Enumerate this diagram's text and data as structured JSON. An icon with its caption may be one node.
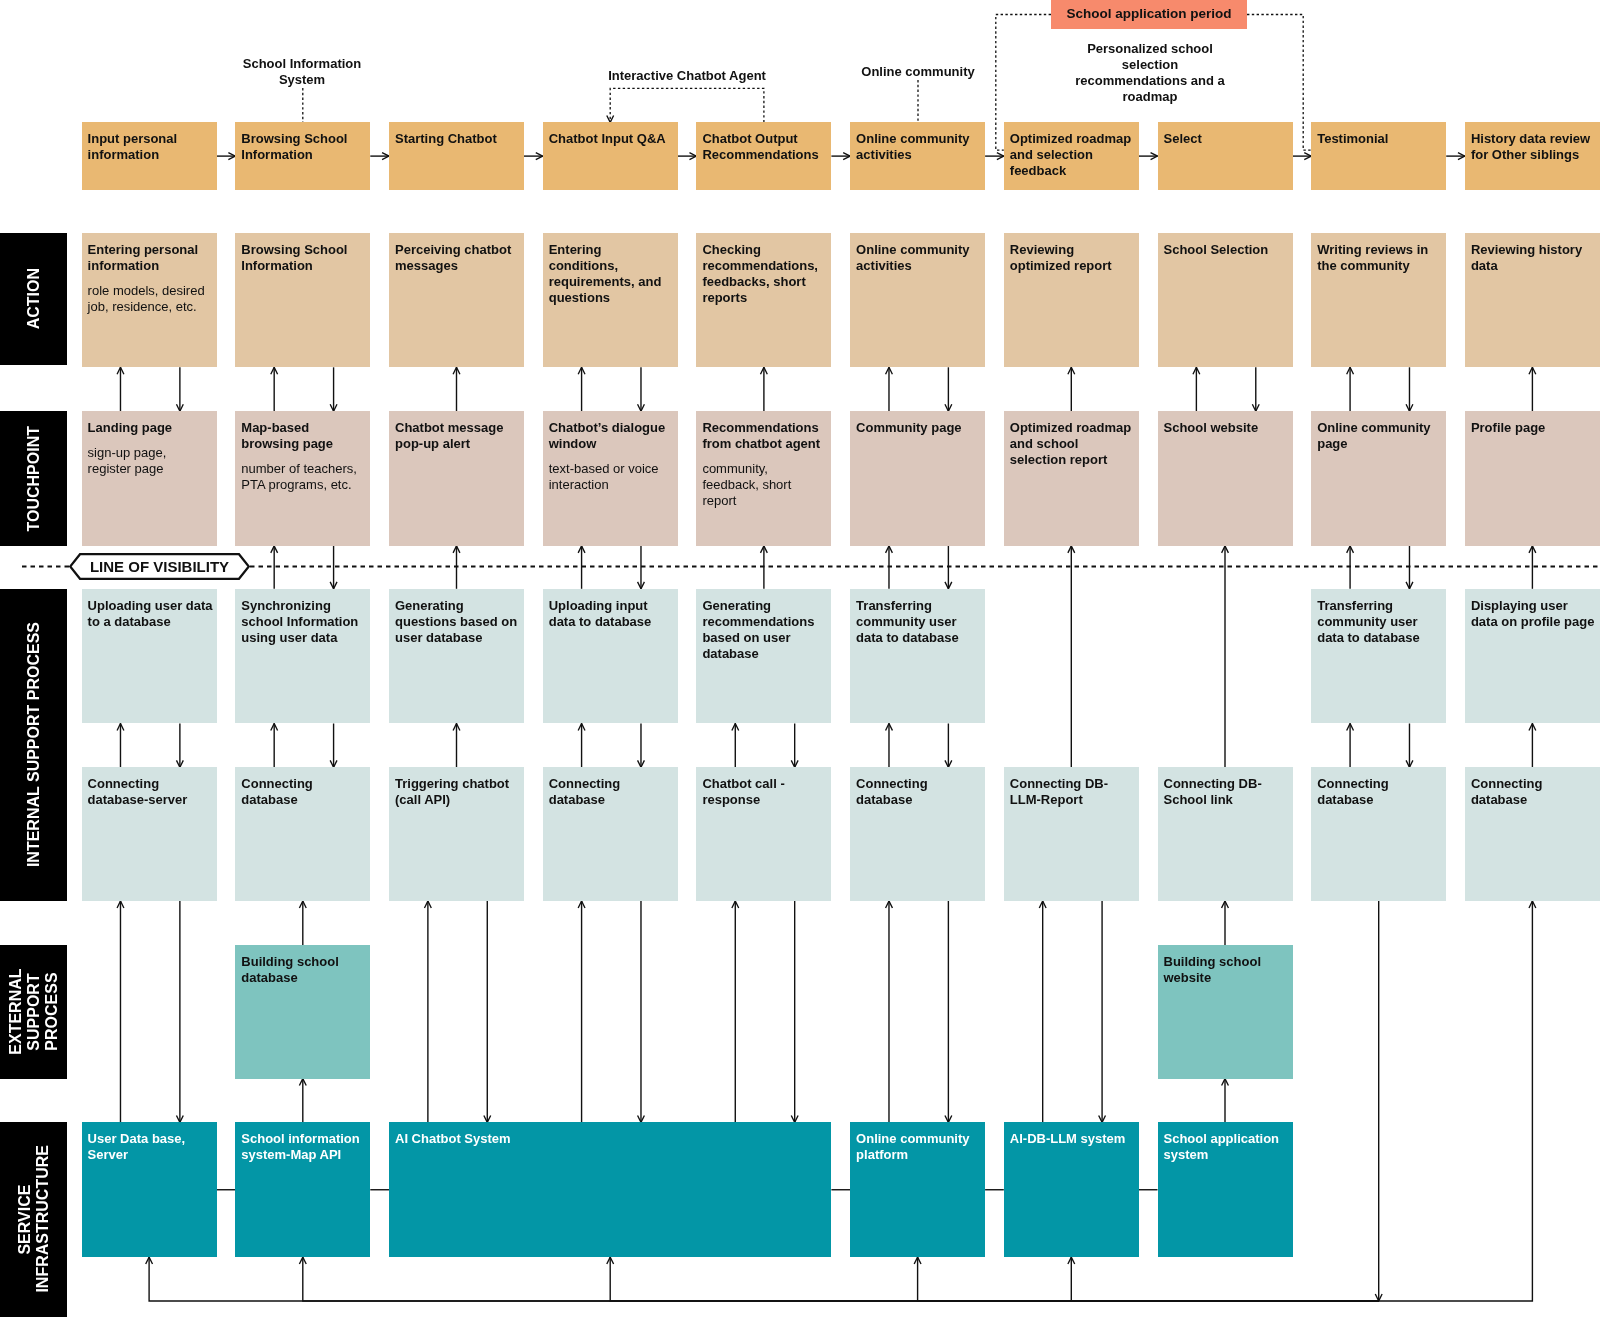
{
  "diagram": {
    "nodes": [
      {
        "text": [
          "School application period"
        ]
      },
      {
        "text": [
          "School Information System"
        ]
      },
      {
        "text": [
          "Online community"
        ]
      },
      {
        "text": [
          "Input personal information"
        ]
      },
      {
        "text": [
          "Browsing School Information"
        ]
      },
      {
        "text": [
          "Starting Chatbot"
        ]
      },
      {
        "text": [
          "Chatbot Input Q&A"
        ]
      },
      {
        "text": [
          "Chatbot Output Recommendations"
        ]
      },
      {
        "text": [
          "Online community activities"
        ]
      },
      {
        "text": [
          "Optimized roadmap and selection feedback"
        ]
      },
      {
        "text": [
          "Select"
        ]
      },
      {
        "text": [
          "Testimonial"
        ]
      },
      {
        "text": [
          "History data review for Other siblings"
        ]
      },
      {
        "text": [
          "ACTION"
        ]
      },
      {
        "text": [
          "Entering personal information",
          "role models, desired job, residence, etc."
        ]
      },
      {
        "text": [
          "Browsing School Information"
        ]
      },
      {
        "text": [
          "Perceiving chatbot messages"
        ]
      },
      {
        "text": [
          "Entering conditions, requirements, and questions"
        ]
      },
      {
        "text": [
          "Checking recommendations, feedbacks, short reports"
        ]
      },
      {
        "text": [
          "Online community activities"
        ]
      },
      {
        "text": [
          "Reviewing optimized report"
        ]
      },
      {
        "text": [
          "School Selection"
        ]
      },
      {
        "text": [
          "Writing reviews in the community"
        ]
      },
      {
        "text": [
          "Reviewing history data"
        ]
      },
      {
        "text": [
          "TOUCHPOINT"
        ]
      },
      {
        "text": [
          "Landing page",
          "sign-up page, register page"
        ]
      },
      {
        "text": [
          "Map-based browsing page",
          "number of teachers, PTA programs, etc."
        ]
      },
      {
        "text": [
          "Chatbot message pop-up alert"
        ]
      },
      {
        "text": [
          "Chatbot’s dialogue window",
          "text-based or voice interaction"
        ]
      },
      {
        "text": [
          "Recommendations from chatbot agent",
          "community, feedback, short report"
        ]
      },
      {
        "text": [
          "Community page"
        ]
      },
      {
        "text": [
          "Optimized roadmap and school selection report"
        ]
      },
      {
        "text": [
          "School website"
        ]
      },
      {
        "text": [
          "Online community page"
        ]
      },
      {
        "text": [
          "Profile page"
        ]
      },
      {
        "text": [
          "LINE OF VISIBILITY"
        ]
      },
      {
        "text": [
          "INTERNAL SUPPORT PROCESS"
        ]
      },
      {
        "text": [
          "Uploading user data to a database"
        ]
      },
      {
        "text": [
          "Synchronizing school Information using user data"
        ]
      },
      {
        "text": [
          "Generating questions based on user database"
        ]
      },
      {
        "text": [
          "Uploading input data to database"
        ]
      },
      {
        "text": [
          "Generating recommendations based on user database"
        ]
      },
      {
        "text": [
          "Transferring community user data to database"
        ]
      },
      {
        "text": [
          "Transferring community user data to database"
        ]
      },
      {
        "text": [
          "Displaying user data on profile page"
        ]
      },
      {
        "text": [
          "Connecting database-server"
        ]
      },
      {
        "text": [
          "Connecting database"
        ]
      },
      {
        "text": [
          "Triggering chatbot (call API)"
        ]
      },
      {
        "text": [
          "Connecting database"
        ]
      },
      {
        "text": [
          "Chatbot call - response"
        ]
      },
      {
        "text": [
          "Connecting database"
        ]
      },
      {
        "text": [
          "Connecting DB-LLM-Report"
        ]
      },
      {
        "text": [
          "Connecting DB-School link"
        ]
      },
      {
        "text": [
          "Connecting database"
        ]
      },
      {
        "text": [
          "Connecting database"
        ]
      },
      {
        "text": [
          "EXTERNAL SUPPORT PROCESS"
        ]
      },
      {
        "text": [
          "Building school database"
        ]
      },
      {
        "text": [
          "Building school website"
        ]
      },
      {
        "text": [
          "SERVICE INFRASTRUCTURE"
        ]
      },
      {
        "text": [
          "User Data base, Server"
        ]
      },
      {
        "text": [
          "School information system-Map API"
        ]
      },
      {
        "text": [
          "AI Chatbot System"
        ]
      },
      {
        "text": [
          "Online community platform"
        ]
      },
      {
        "text": [
          "AI-DB-LLM system"
        ]
      },
      {
        "text": [
          "School application system"
        ]
      }
    ],
    "edges": [
      {
        "from": 1,
        "to": 4,
        "arrow": "none",
        "style": "dashed"
      },
      {
        "from": 7,
        "to": 6,
        "arrow": "to",
        "style": "dashed",
        "label": "Interactive Chatbot Agent"
      },
      {
        "from": 2,
        "to": 8,
        "arrow": "none",
        "style": "dashed"
      },
      {
        "from": 0,
        "to": 9,
        "arrow": "none",
        "style": "dashed"
      },
      {
        "from": 0,
        "to": 11,
        "arrow": "none",
        "style": "dashed"
      },
      {
        "from": 3,
        "to": 4,
        "arrow": "to"
      },
      {
        "from": 4,
        "to": 5,
        "arrow": "to"
      },
      {
        "from": 5,
        "to": 6,
        "arrow": "to"
      },
      {
        "from": 6,
        "to": 7,
        "arrow": "to"
      },
      {
        "from": 7,
        "to": 8,
        "arrow": "to"
      },
      {
        "from": 8,
        "to": 9,
        "arrow": "to"
      },
      {
        "from": 9,
        "to": 10,
        "arrow": "to"
      },
      {
        "from": 10,
        "to": 11,
        "arrow": "to"
      },
      {
        "from": 11,
        "to": 12,
        "arrow": "to"
      },
      {
        "from": 25,
        "to": 14,
        "arrow": "to"
      },
      {
        "from": 14,
        "to": 25,
        "arrow": "to"
      },
      {
        "from": 26,
        "to": 15,
        "arrow": "to"
      },
      {
        "from": 15,
        "to": 26,
        "arrow": "to"
      },
      {
        "from": 27,
        "to": 16,
        "arrow": "to"
      },
      {
        "from": 28,
        "to": 17,
        "arrow": "to"
      },
      {
        "from": 17,
        "to": 28,
        "arrow": "to"
      },
      {
        "from": 29,
        "to": 18,
        "arrow": "to"
      },
      {
        "from": 30,
        "to": 19,
        "arrow": "to"
      },
      {
        "from": 19,
        "to": 30,
        "arrow": "to"
      },
      {
        "from": 31,
        "to": 20,
        "arrow": "to"
      },
      {
        "from": 32,
        "to": 21,
        "arrow": "to"
      },
      {
        "from": 21,
        "to": 32,
        "arrow": "to"
      },
      {
        "from": 33,
        "to": 22,
        "arrow": "to"
      },
      {
        "from": 22,
        "to": 33,
        "arrow": "to"
      },
      {
        "from": 34,
        "to": 23,
        "arrow": "to"
      },
      {
        "from": 38,
        "to": 26,
        "arrow": "to"
      },
      {
        "from": 26,
        "to": 38,
        "arrow": "to"
      },
      {
        "from": 39,
        "to": 27,
        "arrow": "to"
      },
      {
        "from": 40,
        "to": 28,
        "arrow": "to"
      },
      {
        "from": 28,
        "to": 40,
        "arrow": "to"
      },
      {
        "from": 41,
        "to": 29,
        "arrow": "to"
      },
      {
        "from": 42,
        "to": 30,
        "arrow": "to"
      },
      {
        "from": 30,
        "to": 42,
        "arrow": "to"
      },
      {
        "from": 51,
        "to": 31,
        "arrow": "to"
      },
      {
        "from": 52,
        "to": 32,
        "arrow": "to"
      },
      {
        "from": 43,
        "to": 33,
        "arrow": "to"
      },
      {
        "from": 33,
        "to": 43,
        "arrow": "to"
      },
      {
        "from": 44,
        "to": 34,
        "arrow": "to"
      },
      {
        "from": 45,
        "to": 37,
        "arrow": "to"
      },
      {
        "from": 37,
        "to": 45,
        "arrow": "to"
      },
      {
        "from": 46,
        "to": 38,
        "arrow": "to"
      },
      {
        "from": 38,
        "to": 46,
        "arrow": "to"
      },
      {
        "from": 47,
        "to": 39,
        "arrow": "to"
      },
      {
        "from": 48,
        "to": 40,
        "arrow": "to"
      },
      {
        "from": 40,
        "to": 48,
        "arrow": "to"
      },
      {
        "from": 49,
        "to": 41,
        "arrow": "to"
      },
      {
        "from": 41,
        "to": 49,
        "arrow": "to"
      },
      {
        "from": 50,
        "to": 42,
        "arrow": "to"
      },
      {
        "from": 42,
        "to": 50,
        "arrow": "to"
      },
      {
        "from": 53,
        "to": 43,
        "arrow": "to"
      },
      {
        "from": 43,
        "to": 53,
        "arrow": "to"
      },
      {
        "from": 54,
        "to": 44,
        "arrow": "to"
      },
      {
        "from": 59,
        "to": 45,
        "arrow": "to"
      },
      {
        "from": 45,
        "to": 59,
        "arrow": "to"
      },
      {
        "from": 56,
        "to": 46,
        "arrow": "to"
      },
      {
        "from": 60,
        "to": 56,
        "arrow": "to"
      },
      {
        "from": 61,
        "to": 47,
        "arrow": "to"
      },
      {
        "from": 47,
        "to": 61,
        "arrow": "to"
      },
      {
        "from": 61,
        "to": 48,
        "arrow": "to"
      },
      {
        "from": 48,
        "to": 61,
        "arrow": "to"
      },
      {
        "from": 61,
        "to": 49,
        "arrow": "to"
      },
      {
        "from": 49,
        "to": 61,
        "arrow": "to"
      },
      {
        "from": 62,
        "to": 50,
        "arrow": "to"
      },
      {
        "from": 50,
        "to": 62,
        "arrow": "to"
      },
      {
        "from": 63,
        "to": 51,
        "arrow": "to"
      },
      {
        "from": 51,
        "to": 63,
        "arrow": "to"
      },
      {
        "from": 57,
        "to": 52,
        "arrow": "to"
      },
      {
        "from": 64,
        "to": 57,
        "arrow": "to"
      },
      {
        "from": 53,
        "to": 59,
        "arrow": "to"
      },
      {
        "from": 53,
        "to": 60,
        "arrow": "to"
      },
      {
        "from": 53,
        "to": 61,
        "arrow": "to"
      },
      {
        "from": 53,
        "to": 62,
        "arrow": "to"
      },
      {
        "from": 53,
        "to": 63,
        "arrow": "to"
      },
      {
        "from": 53,
        "to": 54,
        "arrow": "to"
      },
      {
        "from": 59,
        "to": 60,
        "arrow": "none"
      },
      {
        "from": 60,
        "to": 61,
        "arrow": "none"
      },
      {
        "from": 61,
        "to": 62,
        "arrow": "none"
      },
      {
        "from": 62,
        "to": 63,
        "arrow": "none"
      },
      {
        "from": 63,
        "to": 64,
        "arrow": "none"
      }
    ],
    "labels": [
      "Personalized school selection recommendations and a roadmap"
    ]
  }
}
